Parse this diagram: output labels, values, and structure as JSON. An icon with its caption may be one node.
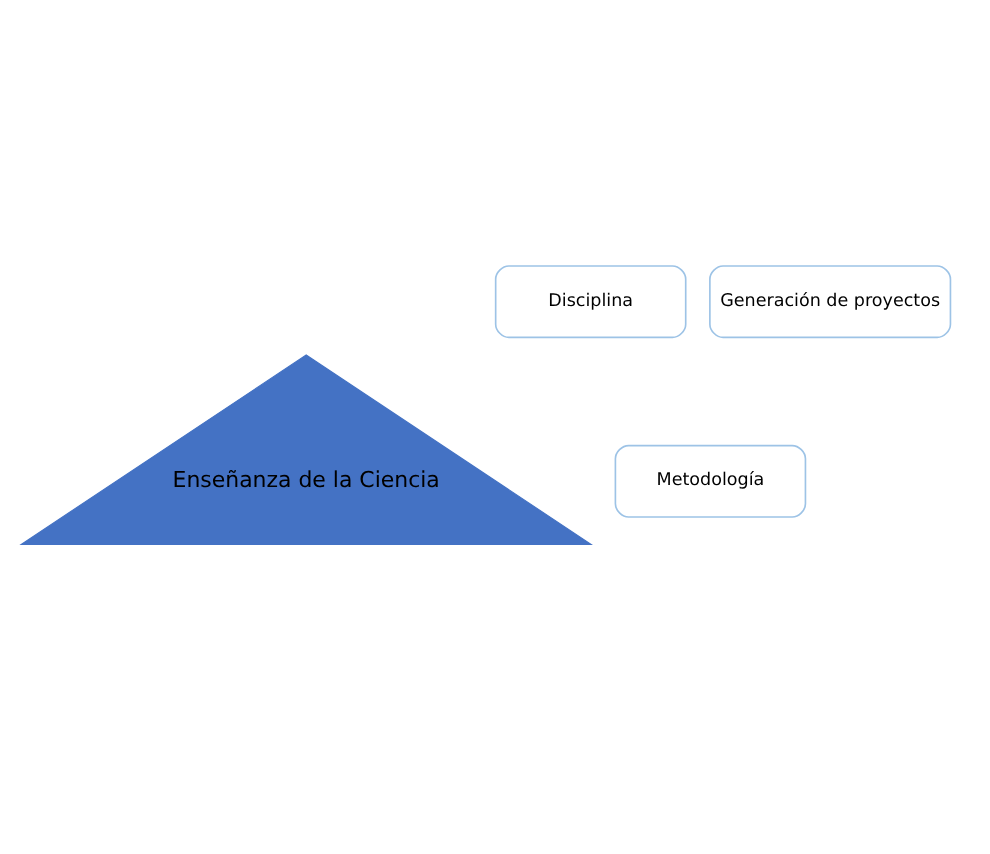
{
  "diagram": {
    "nodes": [
      {
        "text": [
          "Enseñanza de la Ciencia"
        ]
      },
      {
        "text": [
          "Generación de proyectos"
        ]
      },
      {
        "text": [
          "Metodología"
        ]
      },
      {
        "text": [
          "Disciplina"
        ]
      }
    ]
  }
}
